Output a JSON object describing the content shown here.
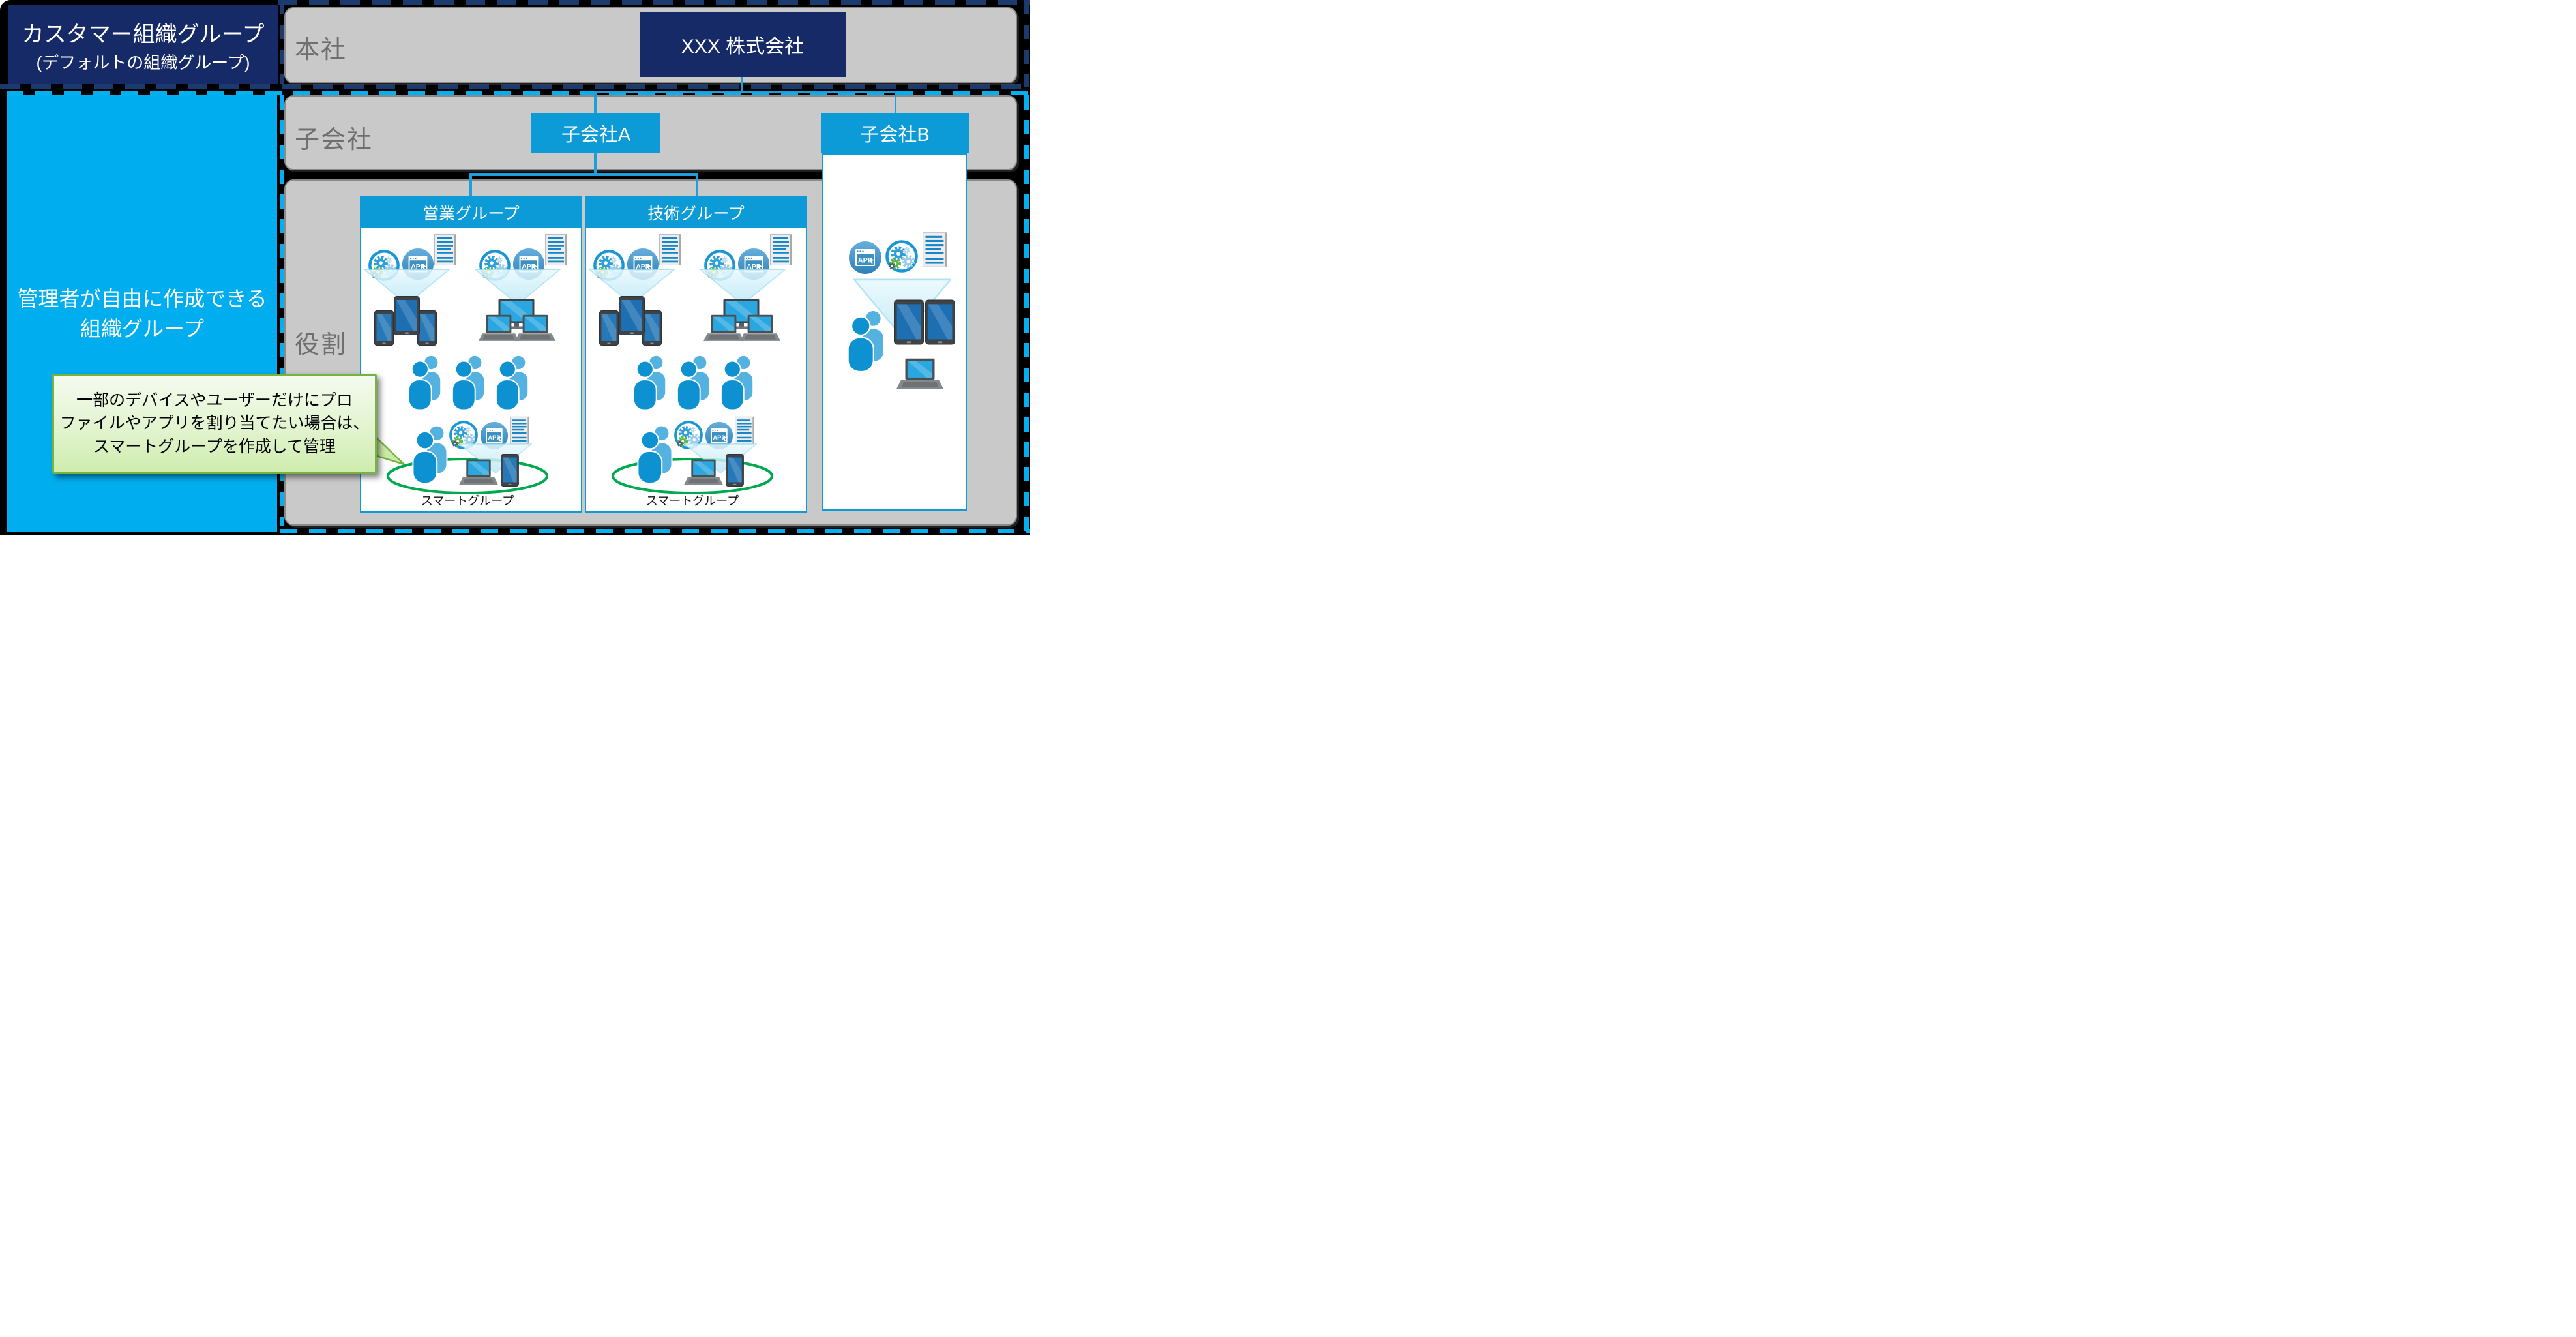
{
  "customer_box": {
    "line1": "カスタマー組織グループ",
    "line2": "(デフォルトの組織グループ)"
  },
  "admin_box": {
    "line1": "管理者が自由に作成できる",
    "line2": "組織グループ"
  },
  "rows": {
    "hq_label": "本社",
    "sub_label": "子会社",
    "role_label": "役割"
  },
  "org": {
    "hq_company": "XXX 株式会社",
    "subsidiary_a": "子会社A",
    "subsidiary_b": "子会社B",
    "sales_group": "営業グループ",
    "tech_group": "技術グループ"
  },
  "smart_group_label": "スマートグループ",
  "callout": {
    "line1": "一部のデバイスやユーザーだけにプロ",
    "line2": "ファイルやアプリを割り当てたい場合は、",
    "line3": "スマートグループを作成して管理"
  },
  "icons": {
    "app_label": "APP"
  },
  "colors": {
    "navy": "#152A66",
    "skyblue": "#00AEEF",
    "panelblue": "#0C9BD7",
    "conn": "#1E9FDB",
    "dashnavy": "#1B3A6E",
    "dashcyan": "#00B0F0",
    "graybg": "#C9C9C9",
    "graytext": "#6F6F6F",
    "greenborder": "#77B43F",
    "greenellipse": "#00A94F"
  }
}
